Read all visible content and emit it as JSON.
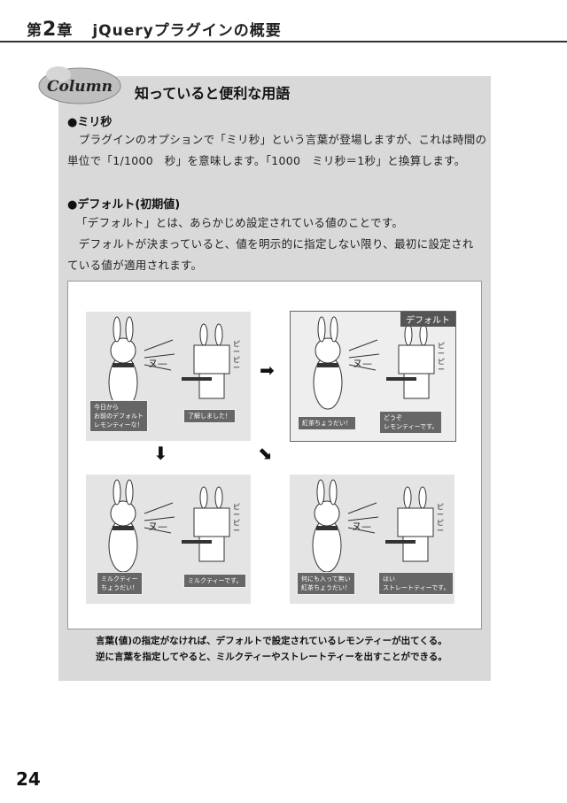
{
  "header": {
    "chapter_prefix": "第",
    "chapter_num": "2",
    "chapter_suffix": "章",
    "chapter_title": "jQueryプラグインの概要"
  },
  "column": {
    "badge_text": "Column",
    "title": "知っていると便利な用語",
    "section1": {
      "heading": "●ミリ秒",
      "line1": "　プラグインのオプションで「ミリ秒」という言葉が登場しますが、これは時間の",
      "line2": "単位で「1/1000　秒」を意味します。「1000　ミリ秒＝1秒」と換算します。"
    },
    "section2": {
      "heading": "●デフォルト(初期値)",
      "line1": "「デフォルト」とは、あらかじめ設定されている値のことです。",
      "line2": "　デフォルトが決まっていると、値を明示的に指定しない限り、最初に設定され",
      "line3": "ている値が適用されます。"
    }
  },
  "figure": {
    "default_tag": "デフォルト",
    "panels": [
      {
        "left_bubble": "今日から\nお前のデフォルト\nレモンティーな！",
        "right_bubble": "了解しました！"
      },
      {
        "left_bubble": "紅茶ちょうだい！",
        "right_bubble": "どうぞ\nレモンティーです。"
      },
      {
        "left_bubble": "ミルクティー\nちょうだい！",
        "right_bubble": "ミルクティーです。"
      },
      {
        "left_bubble": "何にも入って無い\n紅茶ちょうだい！",
        "right_bubble": "はい\nストレートティーです。"
      }
    ],
    "nu_text": "ヌ—",
    "pi_text": "ピーピー",
    "caption1": "言葉(値)の指定がなければ、デフォルトで設定されているレモンティーが出てくる。",
    "caption2": "逆に言葉を指定してやると、ミルクティーやストレートティーを出すことができる。"
  },
  "page_number": "24"
}
